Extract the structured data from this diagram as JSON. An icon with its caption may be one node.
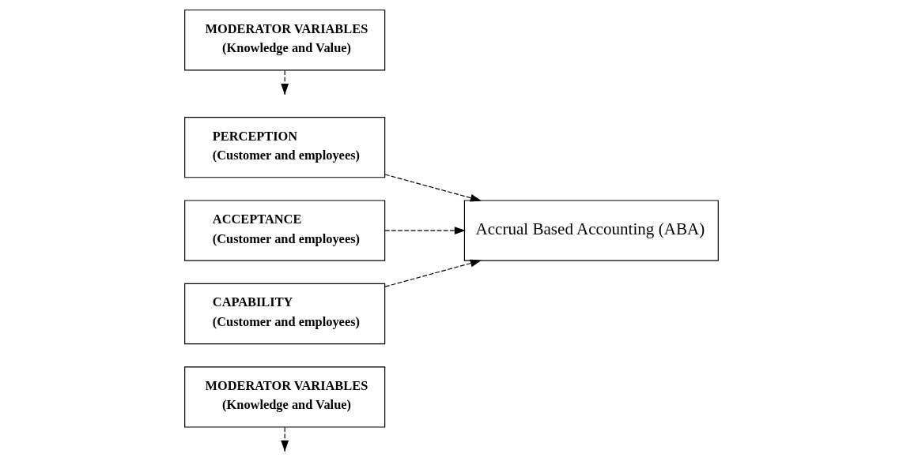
{
  "diagram": {
    "nodes": [
      {
        "text": [
          "MODERATOR VARIABLES",
          "(Knowledge and Value)"
        ]
      },
      {
        "text": [
          "PERCEPTION",
          "(Customer and employees)"
        ]
      },
      {
        "text": [
          "ACCEPTANCE",
          "(Customer and employees)"
        ]
      },
      {
        "text": [
          "CAPABILITY",
          "(Customer and employees)"
        ]
      },
      {
        "text": [
          "Accrual Based Accounting (ABA)"
        ]
      },
      {
        "text": [
          "MODERATOR VARIABLES",
          "(Knowledge and Value)"
        ]
      }
    ],
    "edges": [
      {
        "from": 0,
        "to": null,
        "arrow": "to",
        "style": "dashed"
      },
      {
        "from": 1,
        "to": 4,
        "arrow": "to",
        "style": "dashed"
      },
      {
        "from": 2,
        "to": 4,
        "arrow": "to",
        "style": "dashed"
      },
      {
        "from": 3,
        "to": 4,
        "arrow": "to",
        "style": "dashed"
      },
      {
        "from": 5,
        "to": null,
        "arrow": "to",
        "style": "dashed"
      }
    ]
  }
}
